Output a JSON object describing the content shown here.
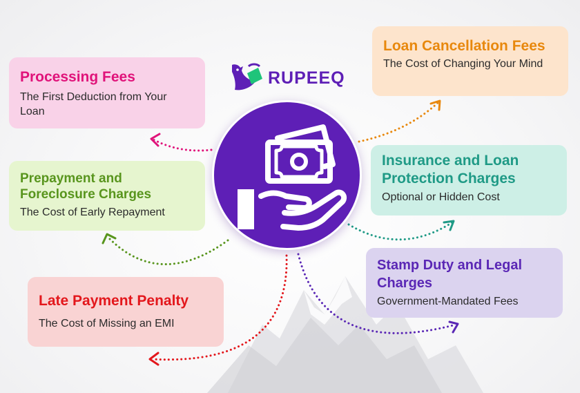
{
  "brand": {
    "name": "RUPEEQ",
    "primary_color": "#5e1fb6",
    "accent_color": "#1fc47a",
    "logo_icon": "bird-logo-icon"
  },
  "hub": {
    "icon": "hand-holding-money-icon",
    "color": "#5e1fb6"
  },
  "cards": {
    "processing_fees": {
      "title": "Processing Fees",
      "subtitle": "The First Deduction from Your Loan",
      "title_color": "#e0137a",
      "bg_color": "#f9d2e8"
    },
    "prepayment": {
      "title": "Prepayment and Foreclosure Charges",
      "subtitle": "The Cost of Early Repayment",
      "title_color": "#58951d",
      "bg_color": "#e6f5cf"
    },
    "late_payment": {
      "title": "Late Payment Penalty",
      "subtitle": "The Cost of Missing an EMI",
      "title_color": "#e3171c",
      "bg_color": "#f9d3d3"
    },
    "loan_cancellation": {
      "title": "Loan Cancellation Fees",
      "subtitle": "The Cost of Changing Your Mind",
      "title_color": "#e8880d",
      "bg_color": "#fde4cc"
    },
    "insurance": {
      "title": "Insurance and Loan Protection Charges",
      "subtitle": "Optional or Hidden Cost",
      "title_color": "#1f9a86",
      "bg_color": "#cdefe6"
    },
    "stamp_duty": {
      "title": "Stamp Duty and Legal Charges",
      "subtitle": "Government-Mandated Fees",
      "title_color": "#5a27b5",
      "bg_color": "#dbd3ef"
    }
  }
}
